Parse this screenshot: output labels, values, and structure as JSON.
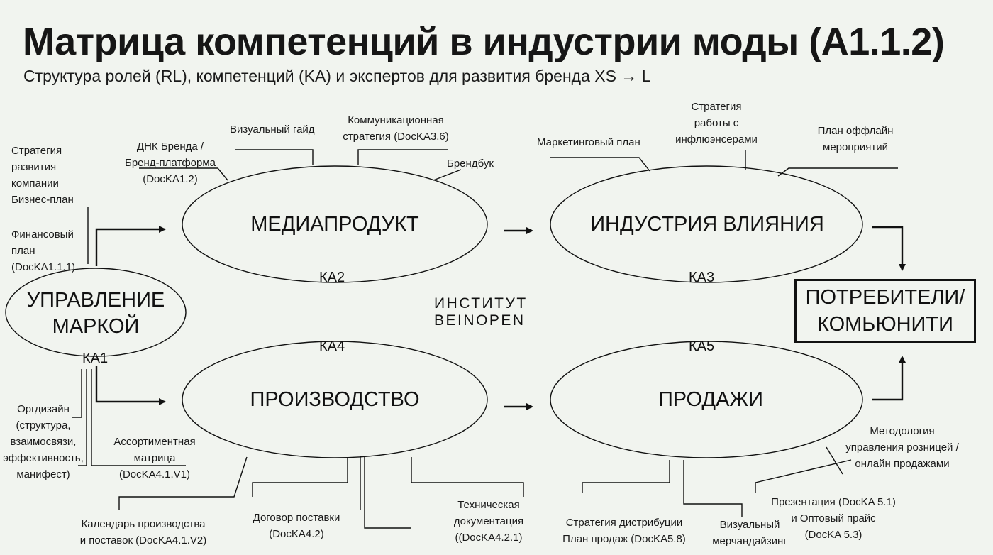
{
  "title": "Матрица компетенций в индустрии моды (A1.1.2)",
  "subtitle": "Структура ролей (RL), компетенций (KA) и экспертов для развития бренда XS → L",
  "institute": [
    "ИНСТИТУТ",
    "BEINOPEN"
  ],
  "nodes": {
    "brand": {
      "label": [
        "УПРАВЛЕНИЕ",
        "МАРКОЙ"
      ],
      "code": "КА1"
    },
    "media": {
      "label": "МЕДИАПРОДУКТ",
      "code": "КА2"
    },
    "influence": {
      "label": "ИНДУСТРИЯ ВЛИЯНИЯ",
      "code": "КА3"
    },
    "production": {
      "label": "ПРОИЗВОДСТВО",
      "code": "КА4"
    },
    "sales": {
      "label": "ПРОДАЖИ",
      "code": "КА5"
    },
    "consumers": {
      "label": [
        "ПОТРЕБИТЕЛИ/",
        "КОМЬЮНИТИ"
      ]
    }
  },
  "labels": {
    "strategy": [
      "Стратегия",
      "развития",
      "компании",
      "Бизнес-план"
    ],
    "finplan": [
      "Финансовый",
      "план",
      "(DocKA1.1.1)"
    ],
    "dna": [
      "ДНК Бренда /",
      "Бренд-платформа",
      "(DocKA1.2)"
    ],
    "visual_guide": [
      "Визуальный гайд"
    ],
    "comm_strategy": [
      "Коммуникационная",
      "стратегия (DocKA3.6)"
    ],
    "brandbook": [
      "Брендбук"
    ],
    "marketing_plan": [
      "Маркетинговый план"
    ],
    "influencer": [
      "Стратегия",
      "работы с",
      "инфлюэнсерами"
    ],
    "offline": [
      "План оффлайн",
      "мероприятий"
    ],
    "orgdesign": [
      "Оргдизайн",
      "(структура,",
      "взаимосвязи,",
      "эффективность,",
      "манифест)"
    ],
    "assortment": [
      "Ассортиментная",
      "матрица",
      "(DocKA4.1.V1)"
    ],
    "calendar": [
      "Календарь производства",
      "и поставок (DocKA4.1.V2)"
    ],
    "supply": [
      "Договор поставки",
      "(DocKA4.2)"
    ],
    "techdoc": [
      "Техническая",
      "документация",
      "((DocKA4.2.1)"
    ],
    "distribution": [
      "Стратегия дистрибуции",
      "План продаж (DocKA5.8)"
    ],
    "merch": [
      "Визуальный",
      "мерчандайзинг"
    ],
    "presentation": [
      "Презентация (DocKA 5.1)",
      "и Оптовый прайс",
      "(DocKA 5.3)"
    ],
    "retail": [
      "Методология",
      "управления розницей /",
      "онлайн продажами"
    ]
  },
  "colors": {
    "background": "#f1f4ef",
    "ink": "#111111"
  }
}
